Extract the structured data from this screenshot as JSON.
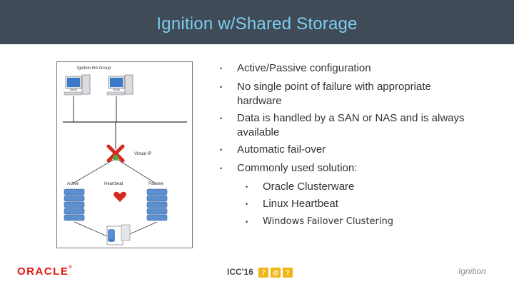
{
  "slide": {
    "title": "Ignition w/Shared Storage"
  },
  "diagram": {
    "group_label": "Ignition HA Group",
    "virtual_ip_label": "Virtual IP",
    "active_label": "Active",
    "heartbeat_label": "Heartbeat",
    "passive_label": "Passive"
  },
  "bullets": [
    {
      "text": "Active/Passive configuration"
    },
    {
      "text": "No single point of failure with appropriate hardware"
    },
    {
      "text": "Data is handled by a SAN or NAS  and is always available"
    },
    {
      "text": "Automatic fail-over"
    },
    {
      "text": "Commonly used solution:"
    }
  ],
  "sub_bullets": [
    {
      "text": "Oracle Clusterware"
    },
    {
      "text": "Linux Heartbeat"
    },
    {
      "text": "Windows Failover Clustering"
    }
  ],
  "bullet_glyph": "•",
  "footer": {
    "oracle_logo": "ORACLE",
    "icc_text": "ICC'16",
    "icc_boxes": [
      "7",
      "@",
      "?"
    ],
    "ignition_logo": "Ignition"
  },
  "colors": {
    "title_bar": "#3f4b57",
    "title_text": "#7ecdf0",
    "oracle_red": "#e3140f",
    "icc_yellow": "#f2b418",
    "server_blue": "#5b8fd0"
  }
}
